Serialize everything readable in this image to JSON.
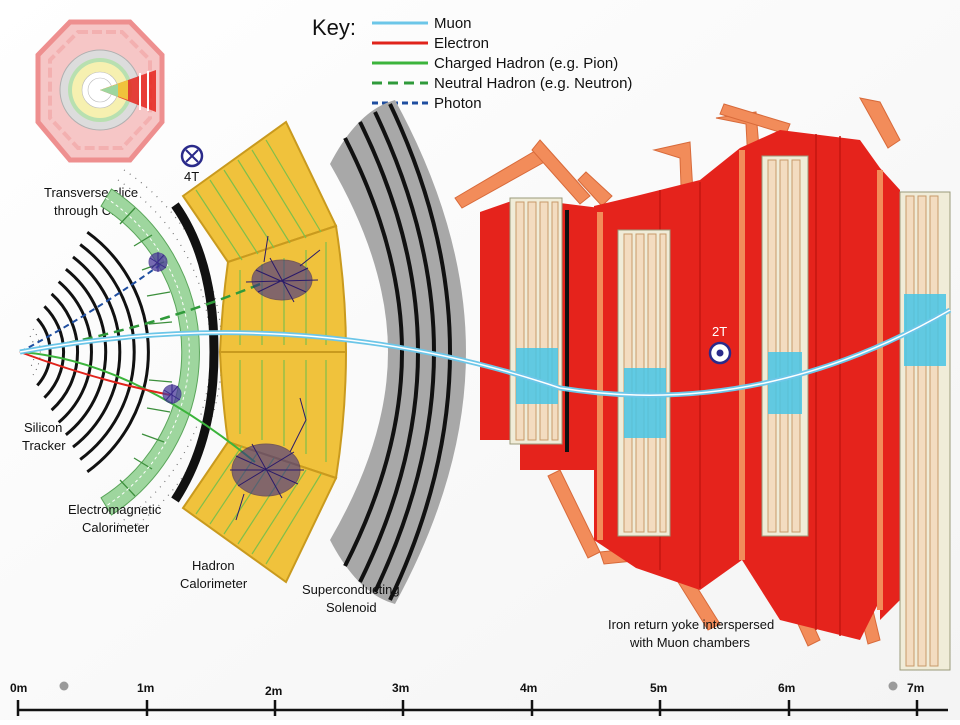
{
  "key": {
    "title": "Key:",
    "items": [
      {
        "label": "Muon",
        "color": "#6cc6e8",
        "style": "solid"
      },
      {
        "label": "Electron",
        "color": "#e0231b",
        "style": "solid"
      },
      {
        "label": "Charged Hadron (e.g. Pion)",
        "color": "#3cb43c",
        "style": "solid"
      },
      {
        "label": "Neutral Hadron (e.g. Neutron)",
        "color": "#2f9a3a",
        "style": "dashed"
      },
      {
        "label": "Photon",
        "color": "#1f4ea0",
        "style": "dashed"
      }
    ]
  },
  "inset": {
    "caption_line1": "Transverse slice",
    "caption_line2": "through CMS"
  },
  "field_labels": {
    "inner": "4T",
    "outer": "2T"
  },
  "labels": {
    "tracker_line1": "Silicon",
    "tracker_line2": "Tracker",
    "ecal_line1": "Electromagnetic",
    "ecal_line2": "Calorimeter",
    "hcal_line1": "Hadron",
    "hcal_line2": "Calorimeter",
    "solenoid_line1": "Superconducting",
    "solenoid_line2": "Solenoid",
    "yoke_line1": "Iron return yoke interspersed",
    "yoke_line2": "with Muon chambers"
  },
  "scale": {
    "ticks": [
      "0m",
      "1m",
      "2m",
      "3m",
      "4m",
      "5m",
      "6m",
      "7m"
    ]
  },
  "colors": {
    "hcal": "#f0c23c",
    "hcal_border": "#c99a1e",
    "ecal": "#9ed69e",
    "yoke": "#e5231c",
    "yoke_border": "#f28c5a",
    "chamber": "#f3dcc0",
    "chamber_hit": "#46c6e6",
    "solenoid": "#a8a8a8"
  }
}
